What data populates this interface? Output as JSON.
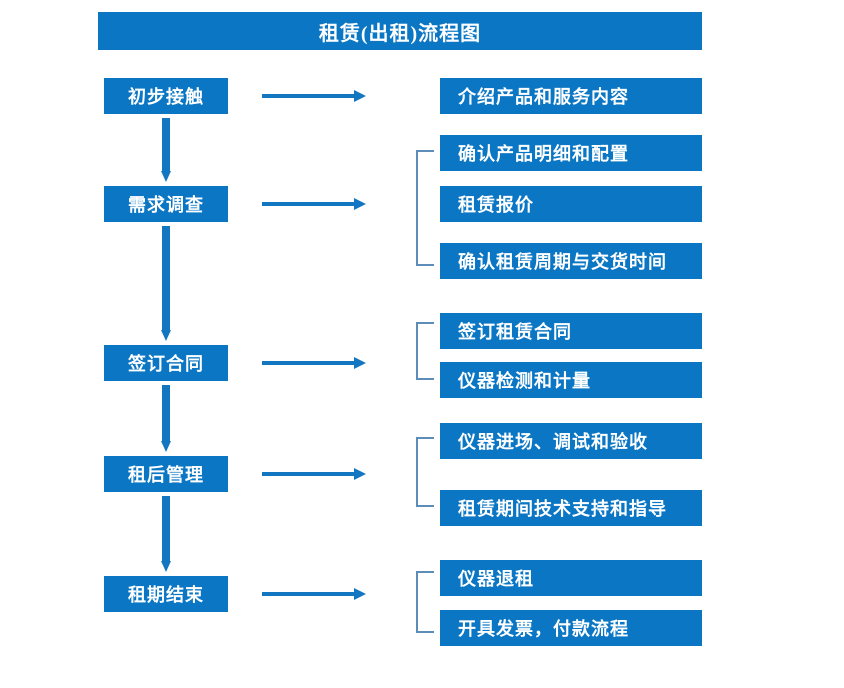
{
  "diagram": {
    "title": "租赁(出租)流程图",
    "theme": {
      "box_fill": "#0a76c4",
      "box_text": "#ffffff",
      "arrow": "#1277c0",
      "bracket": "#5b8db8",
      "background": "#ffffff"
    },
    "stages": [
      {
        "label": "初步接触"
      },
      {
        "label": "需求调查"
      },
      {
        "label": "签订合同"
      },
      {
        "label": "租后管理"
      },
      {
        "label": "租期结束"
      }
    ],
    "details": [
      {
        "label": "介绍产品和服务内容"
      },
      {
        "label": "确认产品明细和配置"
      },
      {
        "label": "租赁报价"
      },
      {
        "label": "确认租赁周期与交货时间"
      },
      {
        "label": "签订租赁合同"
      },
      {
        "label": "仪器检测和计量"
      },
      {
        "label": "仪器进场、调试和验收"
      },
      {
        "label": "租赁期间技术支持和指导"
      },
      {
        "label": "仪器退租"
      },
      {
        "label": "开具发票，付款流程"
      }
    ]
  }
}
